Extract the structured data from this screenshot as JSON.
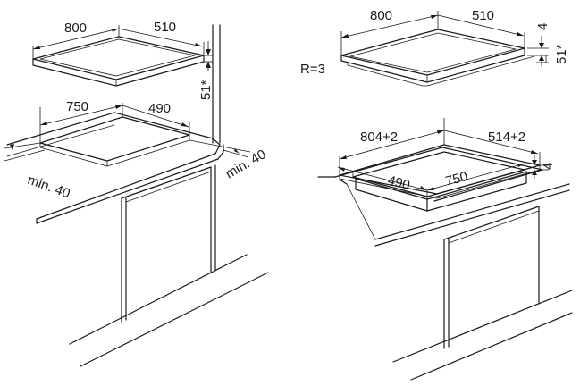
{
  "left_drawing": {
    "hob_width": "800",
    "hob_depth": "510",
    "hob_height": "51*",
    "cutout_width": "750",
    "cutout_depth": "490",
    "min_front": "min. 40",
    "min_side": "min. 40"
  },
  "right_drawing": {
    "hob_width": "800",
    "hob_depth": "510",
    "frame_height": "4",
    "hob_height": "51*",
    "corner_radius": "R=3",
    "recess_width": "804+2",
    "recess_depth": "514+2",
    "recess_height": "4",
    "cutout_width": "750",
    "cutout_depth": "490"
  }
}
